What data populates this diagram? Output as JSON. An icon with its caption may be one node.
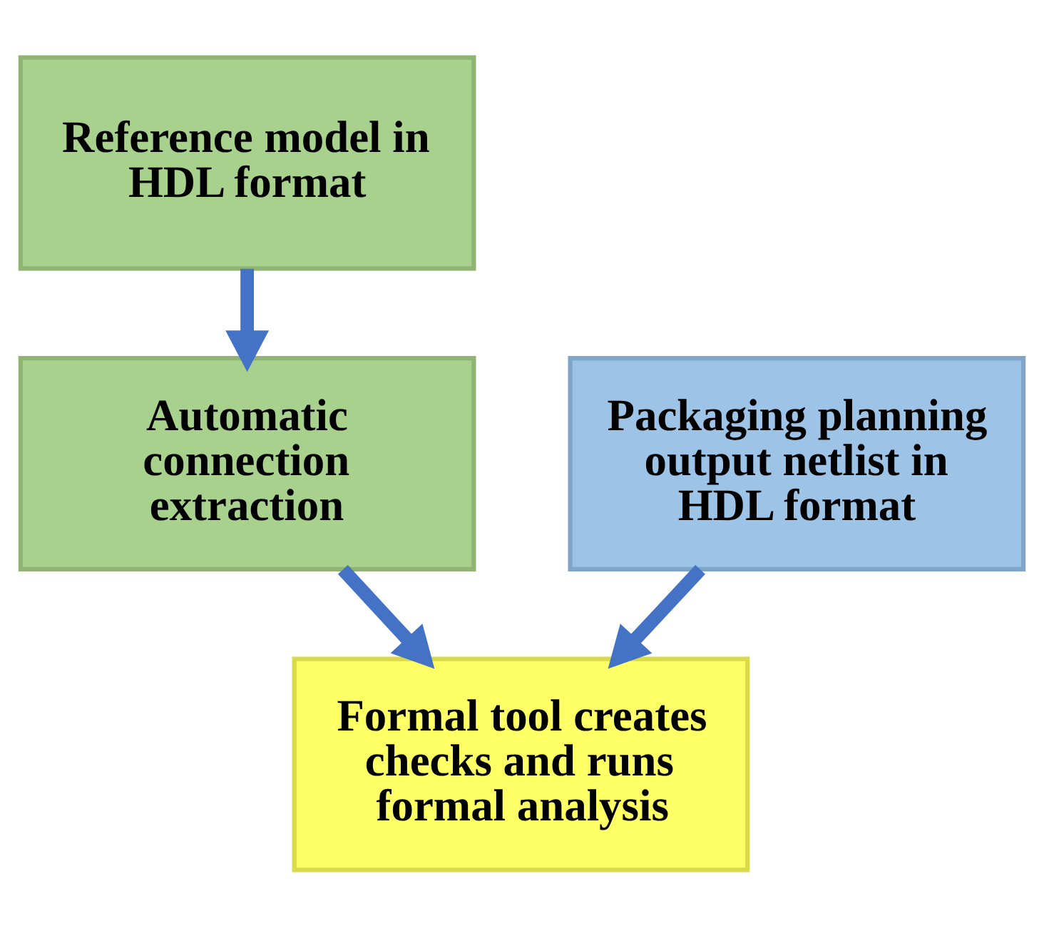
{
  "diagram": {
    "nodes": [
      {
        "text": [
          "Reference model in HDL format"
        ]
      },
      {
        "text": [
          "Automatic connection extraction"
        ]
      },
      {
        "text": [
          "Packaging planning output netlist in HDL format"
        ]
      },
      {
        "text": [
          "Formal tool creates checks and runs formal analysis"
        ]
      }
    ],
    "edges": [
      {
        "from": 0,
        "to": 1,
        "arrow": "to"
      },
      {
        "from": 1,
        "to": 3,
        "arrow": "to"
      },
      {
        "from": 2,
        "to": 3,
        "arrow": "to"
      }
    ]
  }
}
